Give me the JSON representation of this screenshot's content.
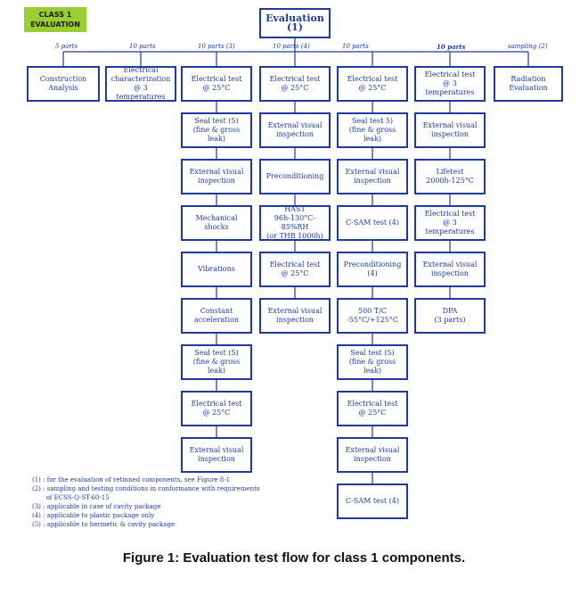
{
  "badge": {
    "line1": "CLASS 1",
    "line2": "EVALUATION"
  },
  "root": "Evaluation (1)",
  "branch_labels": [
    "5 parts",
    "10 parts",
    "10 parts (3)",
    "10 parts (4)",
    "10 parts",
    "10 parts",
    "sampling (2)"
  ],
  "columns": [
    {
      "boxes": [
        "Construction\nAnalysis"
      ]
    },
    {
      "boxes": [
        "Electrical\ncharacterization\n@ 3 temperatures"
      ]
    },
    {
      "boxes": [
        "Electrical test\n@ 25°C",
        "Seal test (5)\n(fine & gross leak)",
        "External visual\ninspection",
        "Mechanical\nshocks",
        "Vibrations",
        "Constant\nacceleration",
        "Seal test (5)\n(fine & gross leak)",
        "Electrical test\n@ 25°C",
        "External visual\ninspection"
      ]
    },
    {
      "boxes": [
        "Electrical test\n@ 25°C",
        "External visual\ninspection",
        "Preconditioning",
        "HAST\n96h-130°C-85%RH\n(or THB 1000h)",
        "Electrical test\n@ 25°C",
        "External visual\ninspection"
      ]
    },
    {
      "boxes": [
        "Electrical test\n@ 25°C",
        "Seal test 5)\n(fine & gross leak)",
        "External visual\ninspection",
        "C-SAM test (4)",
        "Preconditioning\n(4)",
        "500 T/C\n-55°C/+125°C",
        "Seal test (5)\n(fine & gross leak)",
        "Electrical test\n@ 25°C",
        "External visual\ninspection",
        "C-SAM test (4)"
      ]
    },
    {
      "boxes": [
        "Electrical test\n@ 3 temperatures",
        "External visual\ninspection",
        "Lifetest\n2000h-125°C",
        "Electrical test\n@ 3 temperatures",
        "External visual\ninspection",
        "DPA\n(3 parts)"
      ]
    },
    {
      "boxes": [
        "Radiation\nEvaluation"
      ]
    }
  ],
  "notes": [
    "(1) : for the evaluation of retinned components, see Figure 8-1",
    "(2) : sampling and testing conditions in conformance with requirements",
    "       of ECSS-Q-ST-60-15",
    "(3) : applicable in case of cavity package",
    "(4) : applicable to plastic package only",
    "(5) : applicable to hermetic & cavity package"
  ],
  "caption": "Figure 1: Evaluation test flow for class 1 components."
}
